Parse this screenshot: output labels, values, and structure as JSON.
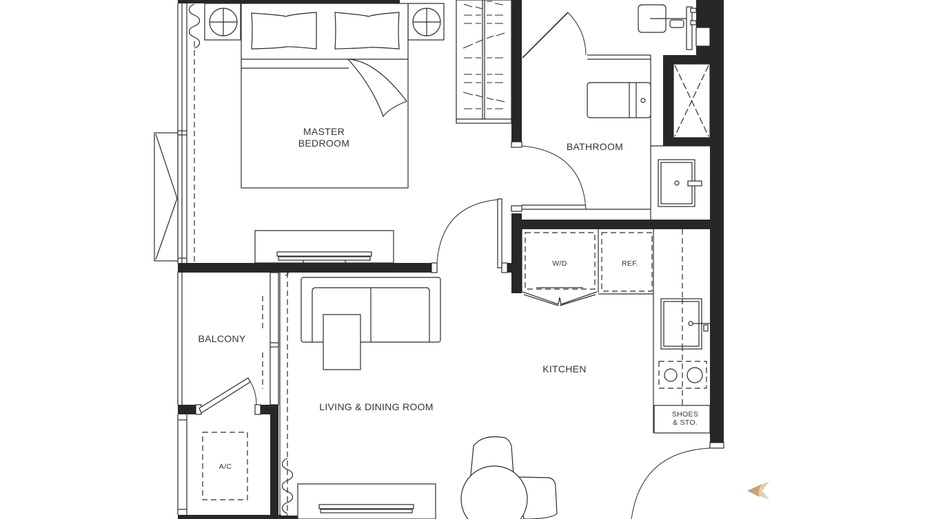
{
  "plan": {
    "wall_color": "#262729",
    "line_color": "#2a2a2a",
    "rooms": {
      "master_bedroom": {
        "line1": "MASTER",
        "line2": "BEDROOM"
      },
      "bathroom": {
        "label": "BATHROOM"
      },
      "kitchen": {
        "label": "KITCHEN"
      },
      "balcony": {
        "label": "BALCONY"
      },
      "living_dining": {
        "label": "LIVING & DINING ROOM"
      }
    },
    "fixtures": {
      "washer_dryer": "W/D",
      "refrigerator": "REF.",
      "air_conditioner": "A/C",
      "shoes_storage": {
        "line1": "SHOES",
        "line2": "& STO."
      }
    },
    "compass": {
      "icon": "north-arrow-icon",
      "colors": {
        "dark": "#c8a276",
        "light": "#e3cfb4"
      }
    }
  }
}
